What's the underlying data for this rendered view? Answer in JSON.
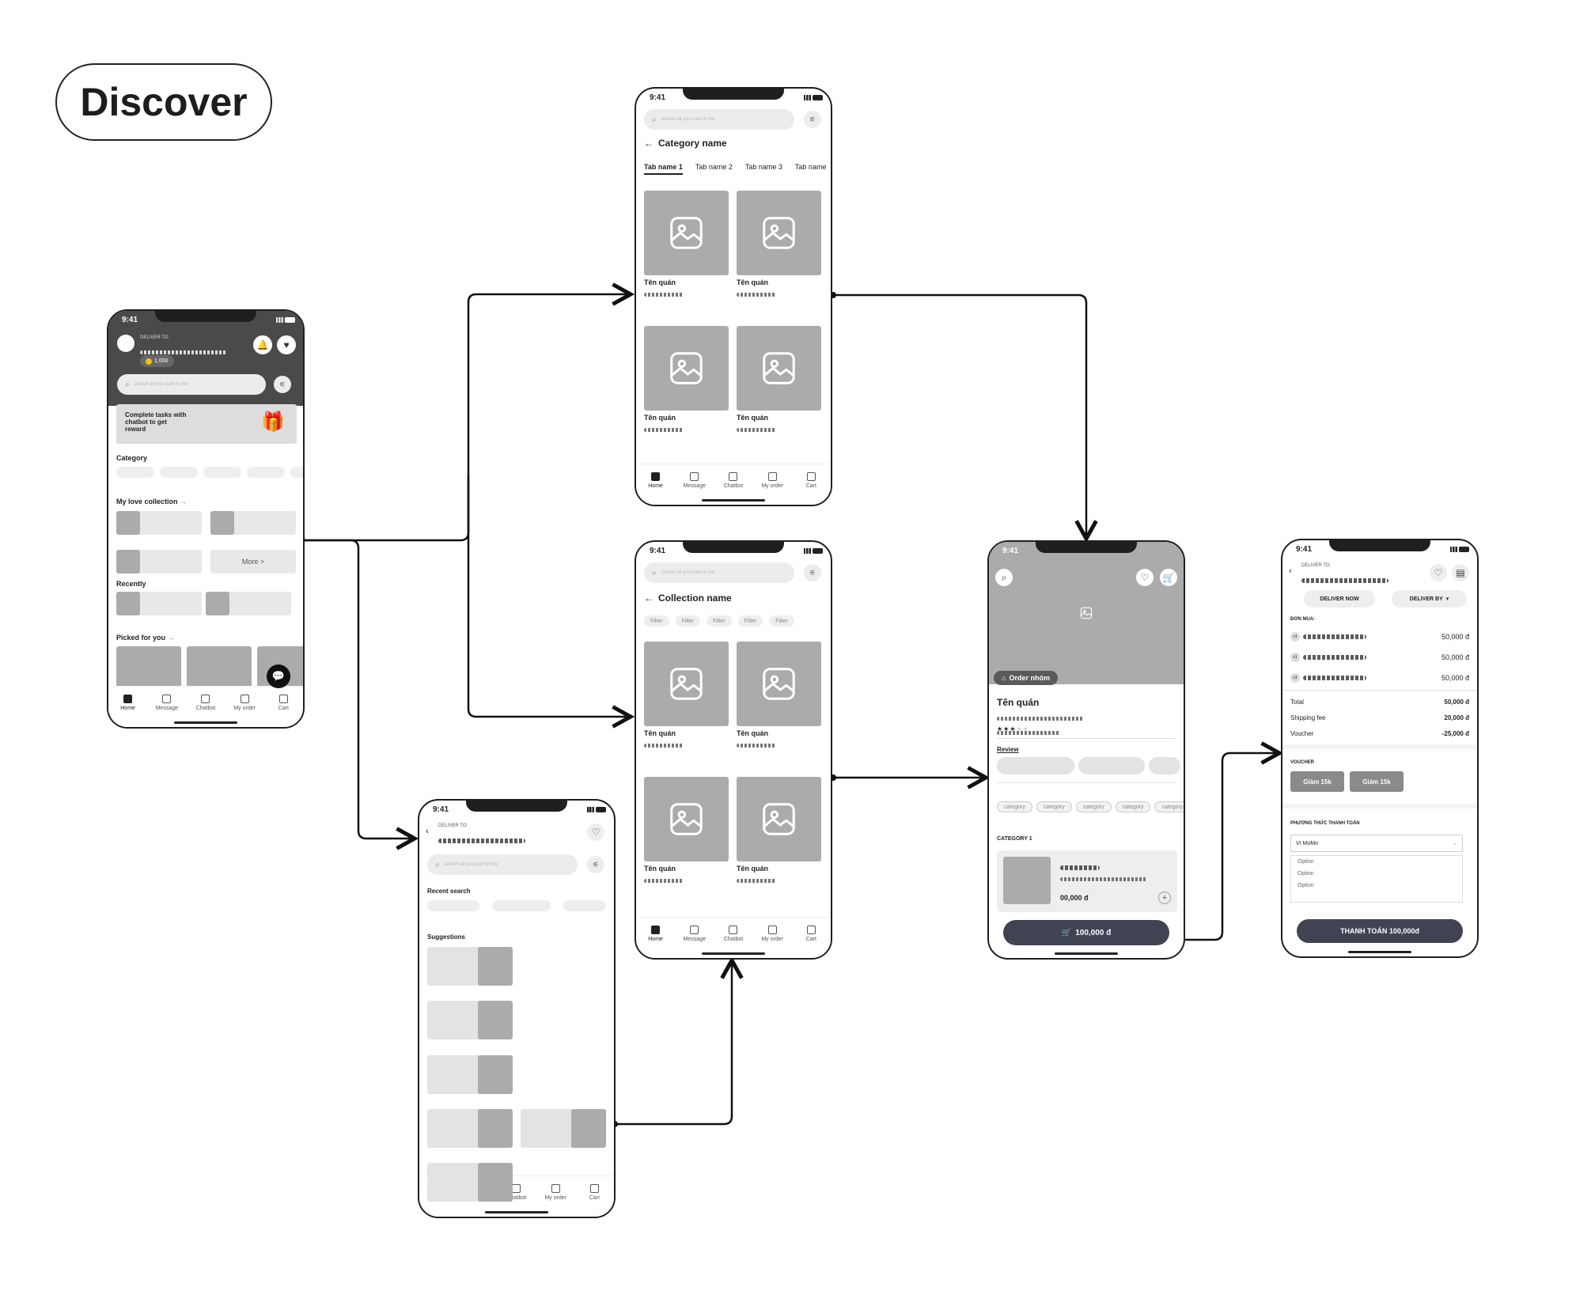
{
  "page_title": "Discover",
  "status_time": "9:41",
  "search_placeholder": "search all you want in the",
  "tabs": [
    "Home",
    "Message",
    "Chatbot",
    "My order",
    "Cart"
  ],
  "home": {
    "deliver_to": "DELIVER TO:",
    "coins": "1,000",
    "reward_text": "Complete tasks with chatbot to get reward",
    "category": "Category",
    "my_love": "My love collection",
    "more": "More >",
    "recently": "Recently",
    "picked": "Picked for you"
  },
  "category_screen": {
    "header": "Category name",
    "tabs": [
      "Tab name 1",
      "Tab name 2",
      "Tab name 3",
      "Tab name"
    ],
    "card_title": "Tên quán"
  },
  "collection_screen": {
    "header": "Collection name",
    "filters": [
      "Filter",
      "Filter",
      "Filter",
      "Filter",
      "Filter"
    ],
    "card_title": "Tên quán"
  },
  "search_screen": {
    "deliver_to": "DELIVER TO:",
    "recent": "Recent search",
    "suggestions": "Suggestions"
  },
  "store_screen": {
    "group_order": "Order nhóm",
    "name": "Tên quán",
    "review": "Review",
    "categories": [
      "category",
      "category",
      "category",
      "category",
      "category"
    ],
    "category_title": "CATEGORY 1",
    "item_price": "00,000 đ",
    "cart_button": "100,000 đ"
  },
  "checkout_screen": {
    "deliver_to": "DELIVER TO:",
    "deliver_now": "DELIVER NOW",
    "deliver_by": "DELIVER BY",
    "order_label": "ĐƠN MUA:",
    "items": [
      {
        "qty": "x1",
        "price": "50,000 đ"
      },
      {
        "qty": "x1",
        "price": "50,000 đ"
      },
      {
        "qty": "x1",
        "price": "50,000 đ"
      }
    ],
    "total_label": "Total",
    "total": "50,000 đ",
    "ship_label": "Shipping fee",
    "ship": "20,000 đ",
    "voucher_label": "Voucher",
    "voucher": "-25,000 đ",
    "voucher_title": "VOUCHER",
    "vouchers": [
      "Giảm 15k",
      "Giảm 15k"
    ],
    "payment_title": "PHƯƠNG THỨC THANH TOÁN",
    "payment_selected": "Ví MoMo",
    "options": [
      "Option",
      "Option",
      "Option"
    ],
    "pay_button": "THANH TOÁN 100,000đ"
  }
}
